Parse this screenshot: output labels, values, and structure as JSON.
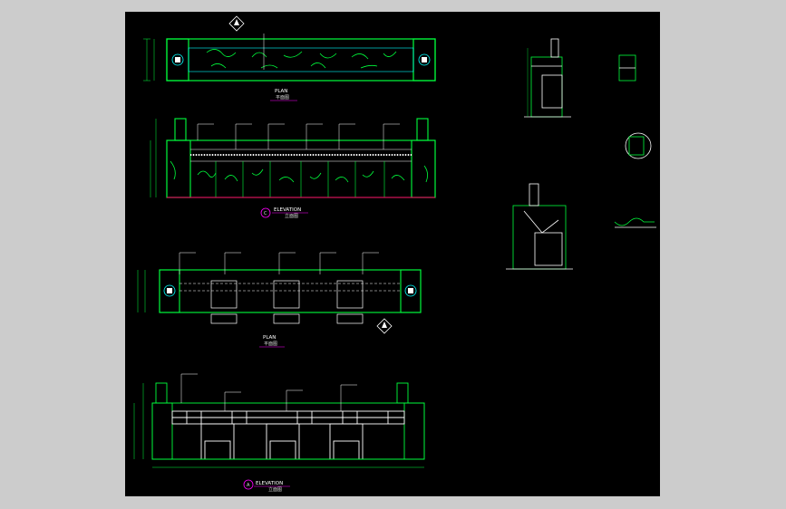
{
  "colors": {
    "background_outer": "#cccccc",
    "sheet": "#000000",
    "outline": "#00ff3c",
    "secondary": "#00ffff",
    "annotation": "#ffffff",
    "accent": "#ff0066",
    "title_mark": "#ff00ff"
  },
  "views": {
    "plan_top": {
      "title": "PLAN",
      "subtitle": "平面图"
    },
    "elevation_top": {
      "title": "ELEVATION",
      "subtitle": "立面图",
      "marker": "C"
    },
    "plan_bottom": {
      "title": "PLAN",
      "subtitle": "平面图"
    },
    "elevation_bottom": {
      "title": "ELEVATION",
      "subtitle": "立面图",
      "marker": "A"
    }
  },
  "icons": {
    "north_arrow": "north-arrow-icon",
    "section_marker": "section-marker-icon"
  }
}
